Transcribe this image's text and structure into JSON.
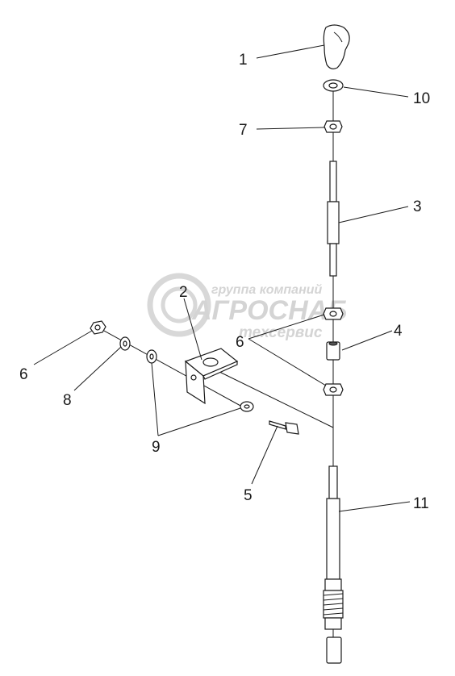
{
  "watermark": {
    "line1": "группа компаний",
    "line2": "АГРОСНАБ",
    "line3": "техсервис"
  },
  "callouts": {
    "c1": "1",
    "c2": "2",
    "c3": "3",
    "c4": "4",
    "c5": "5",
    "c6a": "6",
    "c6b": "6",
    "c7": "7",
    "c8": "8",
    "c9": "9",
    "c10": "10",
    "c11": "11"
  },
  "colors": {
    "line": "#1a1a1a",
    "watermark": "#d4d4d4"
  }
}
